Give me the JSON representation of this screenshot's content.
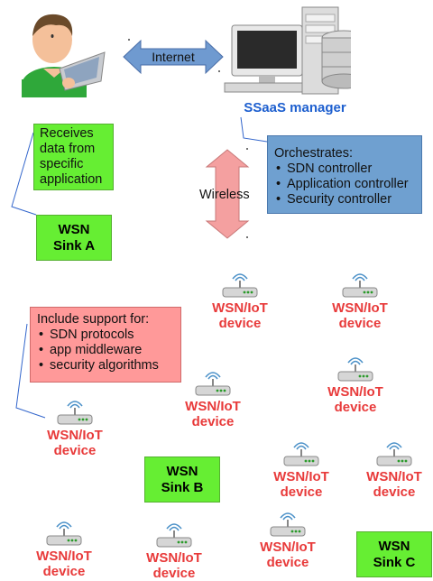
{
  "internet_label": "Internet",
  "wireless_label": "Wireless",
  "manager_label": "SSaaS manager",
  "note_sink": {
    "text": "Receives data from specific application"
  },
  "note_manager": {
    "title": "Orchestrates:",
    "items": [
      "SDN controller",
      "Application controller",
      "Security controller"
    ]
  },
  "note_device": {
    "title": "Include support for:",
    "items": [
      "SDN protocols",
      "app middleware",
      "security algorithms"
    ]
  },
  "sinks": [
    {
      "line1": "WSN",
      "line2": "Sink A"
    },
    {
      "line1": "WSN",
      "line2": "Sink B"
    },
    {
      "line1": "WSN",
      "line2": "Sink C"
    }
  ],
  "device_label": {
    "line1": "WSN/IoT",
    "line2": "device"
  },
  "colors": {
    "green": "#66ee33",
    "blue": "#6fa0d0",
    "pink": "#ff9999",
    "red_text": "#e83a3a",
    "accent": "#1d5fcf"
  }
}
